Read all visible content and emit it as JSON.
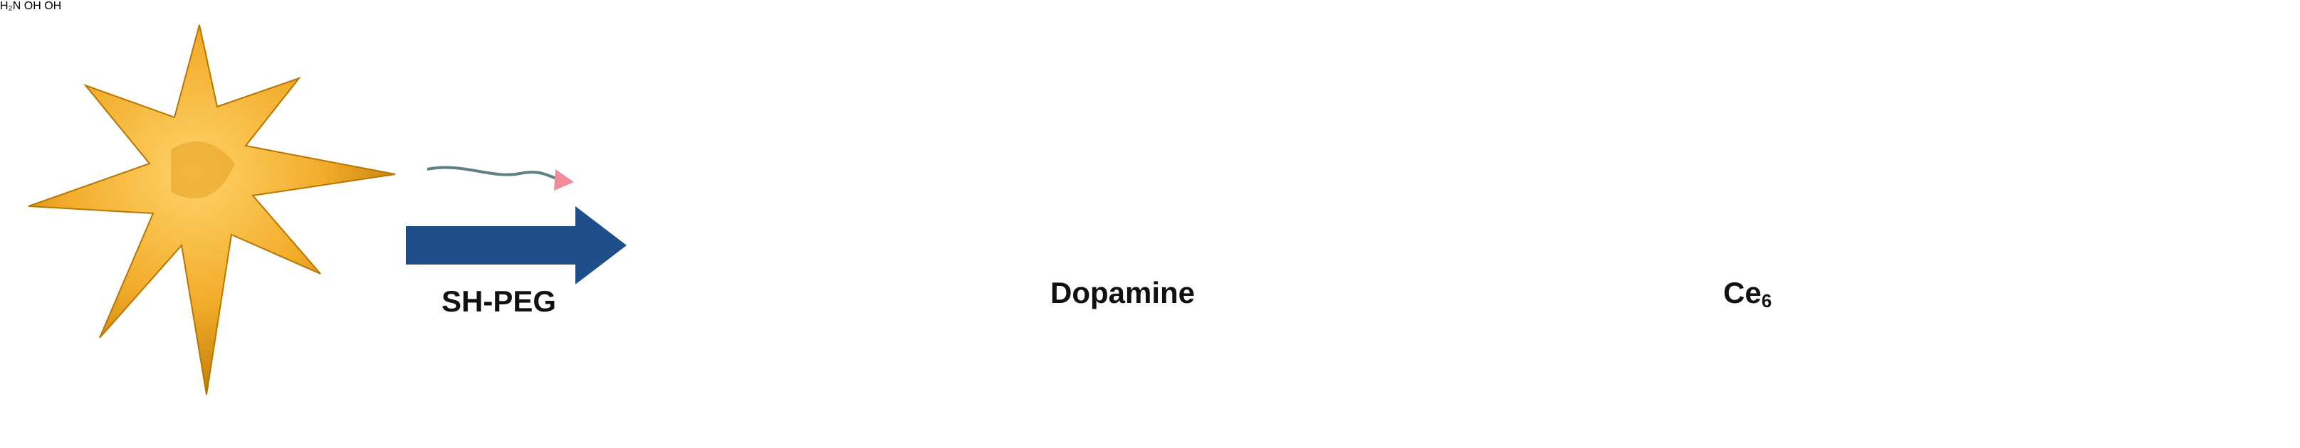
{
  "figure": {
    "steps": [
      {
        "label": "SH-PEG",
        "label_sub": ""
      },
      {
        "label": "Dopamine",
        "label_sub": ""
      },
      {
        "label": "Ce",
        "label_sub": "6"
      }
    ],
    "dopamine_structure": {
      "amine": "H₂N",
      "hydroxyl_top": "OH",
      "hydroxyl_bottom": "OH"
    },
    "colors": {
      "gold": "#f2ac2a",
      "gold_dark": "#b87600",
      "polydopamine": "#5a6066",
      "polydopamine_dark": "#2c3034",
      "arrow": "#1f4e8a",
      "peg_tip": "#f08c9a",
      "ce6_ball": "#3fa63a",
      "ce6_linker": "#b5612a"
    }
  }
}
